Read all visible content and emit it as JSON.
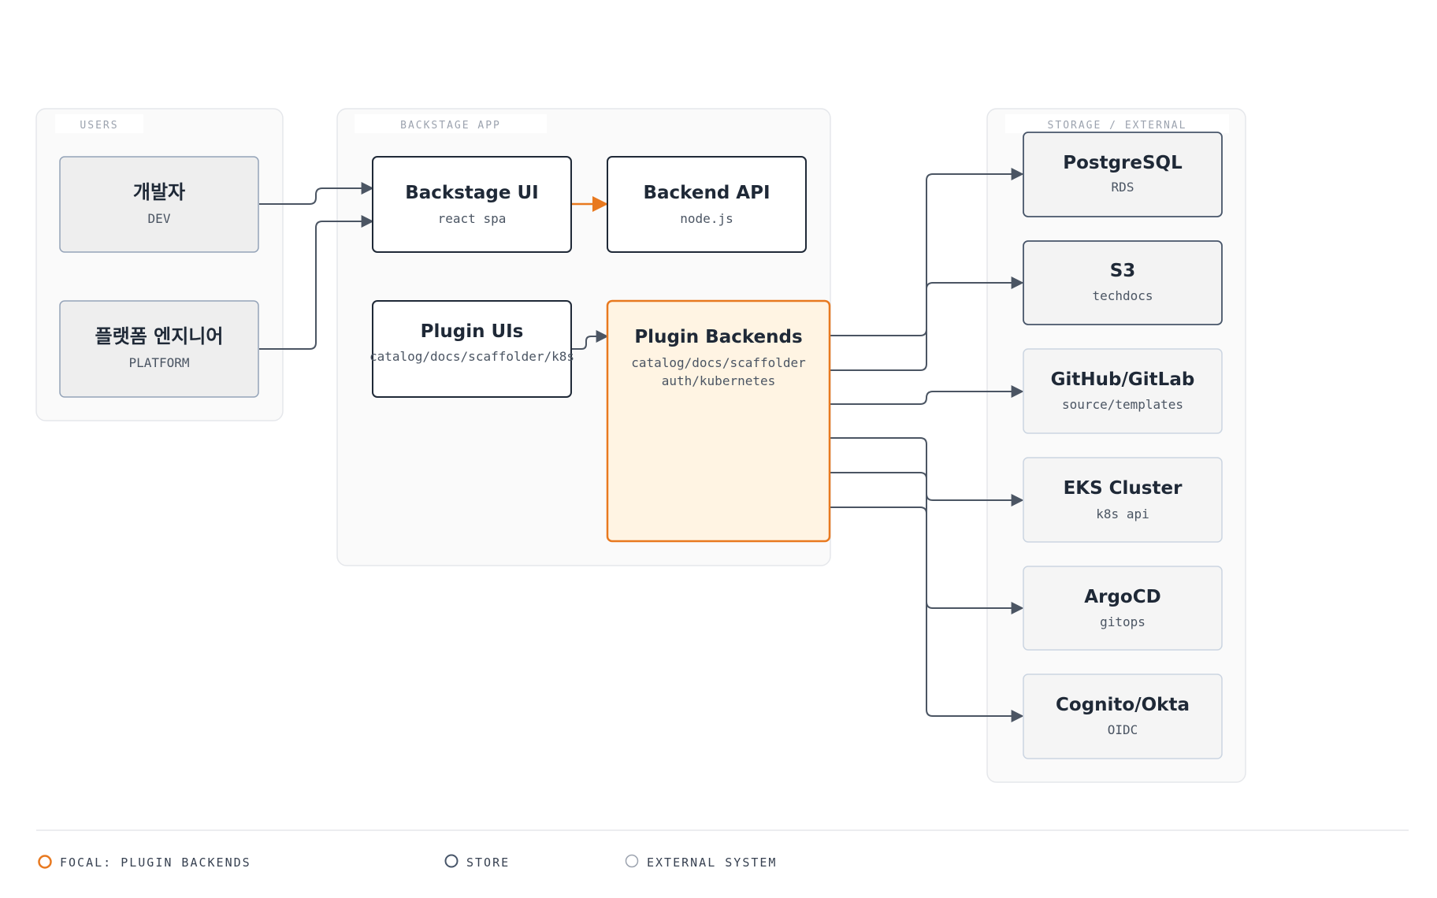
{
  "groups": {
    "users": "USERS",
    "app": "BACKSTAGE APP",
    "storage": "STORAGE / EXTERNAL"
  },
  "nodes": {
    "dev": {
      "title": "개발자",
      "sub": "DEV"
    },
    "platform": {
      "title": "플랫폼 엔지니어",
      "sub": "PLATFORM"
    },
    "backstage_ui": {
      "title": "Backstage UI",
      "sub": "react spa"
    },
    "backend_api": {
      "title": "Backend API",
      "sub": "node.js"
    },
    "plugin_uis": {
      "title": "Plugin UIs",
      "sub": "catalog/docs/scaffolder/k8s"
    },
    "plugin_backends": {
      "title": "Plugin Backends",
      "sub1": "catalog/docs/scaffolder",
      "sub2": "auth/kubernetes"
    },
    "postgresql": {
      "title": "PostgreSQL",
      "sub": "RDS"
    },
    "s3": {
      "title": "S3",
      "sub": "techdocs"
    },
    "github": {
      "title": "GitHub/GitLab",
      "sub": "source/templates"
    },
    "eks": {
      "title": "EKS Cluster",
      "sub": "k8s api"
    },
    "argocd": {
      "title": "ArgoCD",
      "sub": "gitops"
    },
    "cognito": {
      "title": "Cognito/Okta",
      "sub": "OIDC"
    }
  },
  "legend": {
    "focal": "FOCAL: PLUGIN BACKENDS",
    "store": "STORE",
    "external": "EXTERNAL SYSTEM"
  },
  "colors": {
    "focal": "#e8791f",
    "focal_fill": "#fff4e3",
    "node_stroke": "#1f2937",
    "edge": "#4b5563"
  }
}
